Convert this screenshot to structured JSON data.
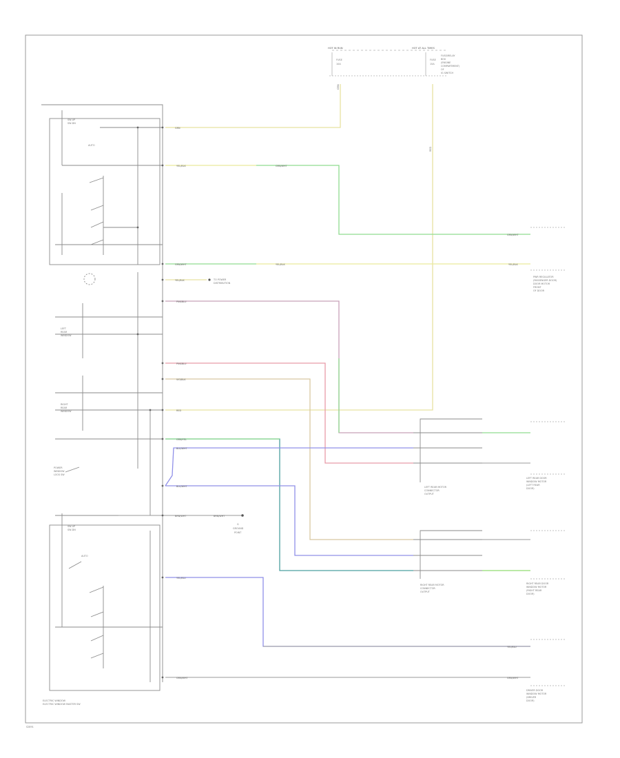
{
  "diagram": {
    "wire_colors": {
      "yellow": "#e8e2a0",
      "green": "#8fdc8f",
      "pink": "#e89aa8",
      "violet": "#c8a0d0",
      "blue": "#8f8fe8",
      "teal": "#4a9f9f",
      "gray": "#9a9a9a",
      "lime": "#90dc70"
    },
    "labels": {
      "left_connector": "HOT IN RUN",
      "right_connector": "HOT AT ALL TIMES",
      "fuse_left_1": "FUSE",
      "fuse_left_2": "10A",
      "fuse_right_1": "FUSE",
      "fuse_right_2": "15A",
      "relay_box_1": "FUSE/RELAY",
      "relay_box_2": "BOX",
      "relay_box_3": "(ENGINE",
      "relay_box_4": "COMPARTMENT)",
      "relay_box_5": "OF",
      "relay_box_6": "IG SWITCH",
      "wire_top": "GRN",
      "wire_right_vertical": "RED",
      "sw_top_1": "SW-UP",
      "sw_top_2": "SW-DN",
      "sw_top_3": "AUTO",
      "w_grn": "GRN",
      "w_yel_1": "YEL/BLK",
      "w_grn_wht": "GRN/WHT",
      "w_grn_wht_2": "GRN/WHT",
      "w_yel_2": "YEL/BLK",
      "w_yel_3": "YEL/BLK",
      "w_grn_wht_3": "GRN/WHT",
      "w_yel_blk": "YEL/BLK",
      "side_note_1": "TO POWER",
      "side_note_2": "DISTRIBUTION",
      "w_pink_1": "PNK/BLU",
      "w_pink_2": "PNK/BLU",
      "w_violet": "VIO/BLK",
      "w_red": "RED",
      "left_sw_1": "LEFT",
      "left_sw_2": "REAR",
      "left_sw_3": "WINDOW",
      "right_sw_1": "RIGHT",
      "right_sw_2": "REAR",
      "right_sw_3": "WINDOW",
      "auto_sw": "AUTO",
      "lock_1": "POWER",
      "lock_2": "WINDOW",
      "lock_3": "LOCK SW",
      "gnd_label": "BRN/WHT",
      "gnd_label_2": "BRN/WHT",
      "ground_1": "G",
      "ground_2": "GROUND",
      "ground_3": "POINT",
      "wire_blue_label": "BLU/WHT",
      "wire_teal_label": "GRN/YEL",
      "wire_blue_2": "BLU/WHT",
      "wire_teal_2": "GRN/YEL",
      "wire_violet_2": "VIO/BLK",
      "rl_motor_1": "LEFT REAR MOTOR",
      "rl_motor_2": "CONNECTOR",
      "rl_motor_3": "OUTPUT",
      "rr_motor_1": "RIGHT REAR MOTOR",
      "rr_motor_2": "CONNECTOR",
      "rr_motor_3": "OUTPUT",
      "pwr_window_1": "PWR REGULATOR",
      "pwr_window_2": "(PASSENGER DOOR)",
      "pwr_window_3": "DOOR MOTOR",
      "pwr_window_4": "FRONT",
      "pwr_window_5": "OF DOOR",
      "lrm_1": "LEFT REAR DOOR",
      "lrm_2": "WINDOW MOTOR",
      "lrm_3": "(LEFT REAR",
      "lrm_4": "DOOR)",
      "rrm_1": "RIGHT REAR DOOR",
      "rrm_2": "WINDOW MOTOR",
      "rrm_3": "(RIGHT REAR",
      "rrm_4": "DOOR)",
      "drv_1": "DRIVER DOOR",
      "drv_2": "WINDOW MOTOR",
      "drv_3": "(DRIVER",
      "drv_4": "DOOR)",
      "w_drv_1": "YEL/BLU",
      "w_drv_2": "GRN/WHT",
      "bottom_left_1": "ELECTRIC WINDOW",
      "bottom_left_2": "ELECTRIC WINDOW MASTER SW",
      "footer": "S2891"
    }
  }
}
